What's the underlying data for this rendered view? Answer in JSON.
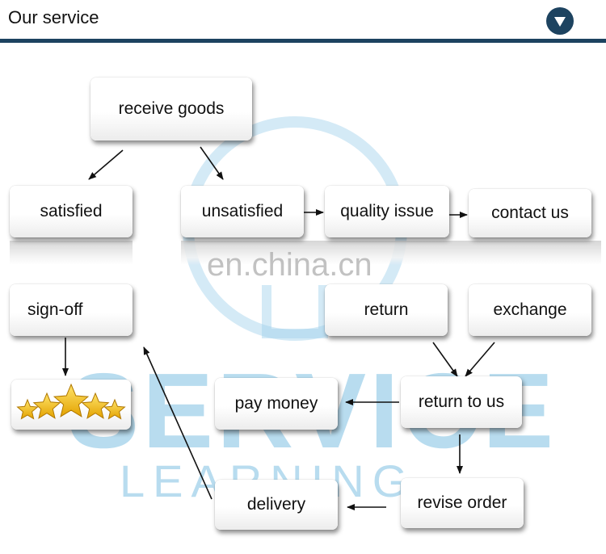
{
  "header": {
    "title": "Our service",
    "toggle_color": "#1d4360"
  },
  "watermark": {
    "word": "SERVICE",
    "subword": "LEARNING",
    "site": "en.china.cn"
  },
  "diagram": {
    "nodes": {
      "receive_goods": "receive goods",
      "satisfied": "satisfied",
      "unsatisfied": "unsatisfied",
      "quality_issue": "quality issue",
      "contact_us": "contact us",
      "sign_off": "sign-off",
      "return": "return",
      "exchange": "exchange",
      "pay_money": "pay money",
      "return_to_us": "return to us",
      "delivery": "delivery",
      "revise_order": "revise order"
    },
    "rating_stars": 5,
    "edges": [
      [
        "receive goods",
        "satisfied"
      ],
      [
        "receive goods",
        "unsatisfied"
      ],
      [
        "unsatisfied",
        "quality issue"
      ],
      [
        "quality issue",
        "contact us"
      ],
      [
        "sign-off",
        "rating"
      ],
      [
        "return",
        "return to us"
      ],
      [
        "exchange",
        "return to us"
      ],
      [
        "return to us",
        "pay money"
      ],
      [
        "return to us",
        "revise order"
      ],
      [
        "revise order",
        "delivery"
      ],
      [
        "delivery",
        "sign-off"
      ]
    ]
  }
}
